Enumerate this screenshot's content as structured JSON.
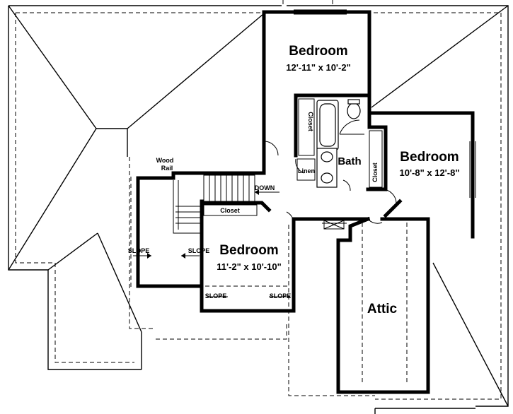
{
  "rooms": {
    "bedroom_top": {
      "name": "Bedroom",
      "size": "12'-11\" x 10'-2\""
    },
    "bedroom_right": {
      "name": "Bedroom",
      "size": "10'-8\" x 12'-8\""
    },
    "bedroom_bottom": {
      "name": "Bedroom",
      "size": "11'-2\" x 10'-10\""
    },
    "bath": {
      "name": "Bath"
    },
    "attic": {
      "name": "Attic"
    }
  },
  "labels": {
    "closet_top": "Closet",
    "closet_right": "Closet",
    "closet_bottom": "Closet",
    "linen": "Linen",
    "down": "DOWN",
    "wood_rail_1": "Wood",
    "wood_rail_2": "Rail",
    "slope_1": "SLOPE",
    "slope_2": "SLOPE",
    "slope_3": "SLOPE",
    "slope_4": "SLOPE"
  }
}
